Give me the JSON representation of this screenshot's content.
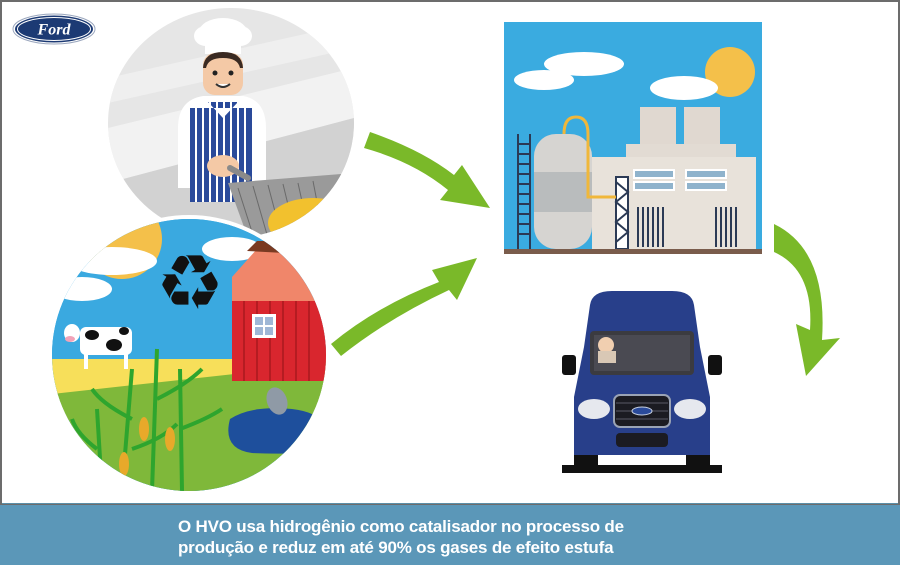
{
  "brand": {
    "logo_text": "Ford",
    "logo_color": "#1c3a74"
  },
  "diagram": {
    "title": "HVO production cycle",
    "nodes": [
      {
        "id": "waste-cooking-oil",
        "label": "Chef frying food (used cooking oil)"
      },
      {
        "id": "farm-biomass",
        "label": "Farm with recycling symbol, crops, cow, barn and pond"
      },
      {
        "id": "refinery",
        "label": "Refinery / processing plant"
      },
      {
        "id": "ford-van",
        "label": "Ford Transit van with driver"
      }
    ],
    "edges": [
      {
        "from": "waste-cooking-oil",
        "to": "refinery"
      },
      {
        "from": "farm-biomass",
        "to": "refinery"
      },
      {
        "from": "refinery",
        "to": "ford-van"
      }
    ],
    "arrow_color": "#7ab929"
  },
  "caption": {
    "line1": "O HVO usa hidrogênio como catalisador no processo de",
    "line2": "produção e reduz em até 90% os gases de efeito estufa",
    "background": "#5b97b8",
    "text_color": "#ffffff"
  }
}
